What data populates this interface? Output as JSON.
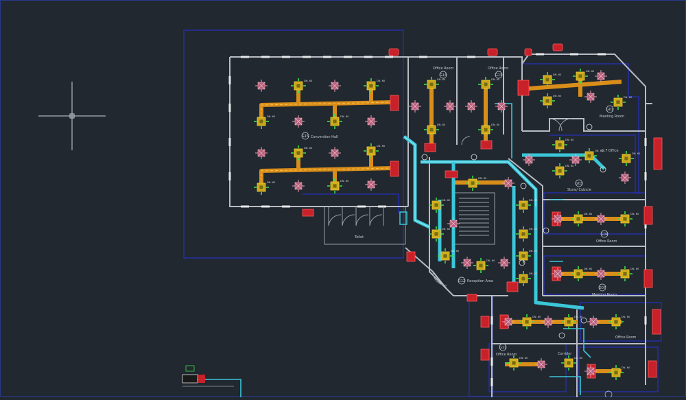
{
  "rooms": {
    "g15": {
      "tag": "G15",
      "name": "Convention Hall"
    },
    "toilet": {
      "name": "Toilet"
    },
    "g14": {
      "name": "Office Room",
      "tag": "G14"
    },
    "g13": {
      "name": "Office Room",
      "tag": "G13"
    },
    "g01": {
      "tag": "G01",
      "name": "Meeting Room"
    },
    "g02": {
      "name": "G.F Office"
    },
    "g03": {
      "tag": "G03",
      "name": "Store/ Cubicle"
    },
    "g04": {
      "tag": "G04",
      "name": "Office Room"
    },
    "g07": {
      "tag": "G07",
      "name": "Meeting Room"
    },
    "g12": {
      "tag": "G12",
      "name": "Reception Area"
    },
    "g11": {
      "tag": "G11",
      "name": "Office Room"
    },
    "g10": {
      "name": "Corridor"
    },
    "g08": {
      "name": "Office Room"
    }
  },
  "diffuser_tag": "DN. 60"
}
